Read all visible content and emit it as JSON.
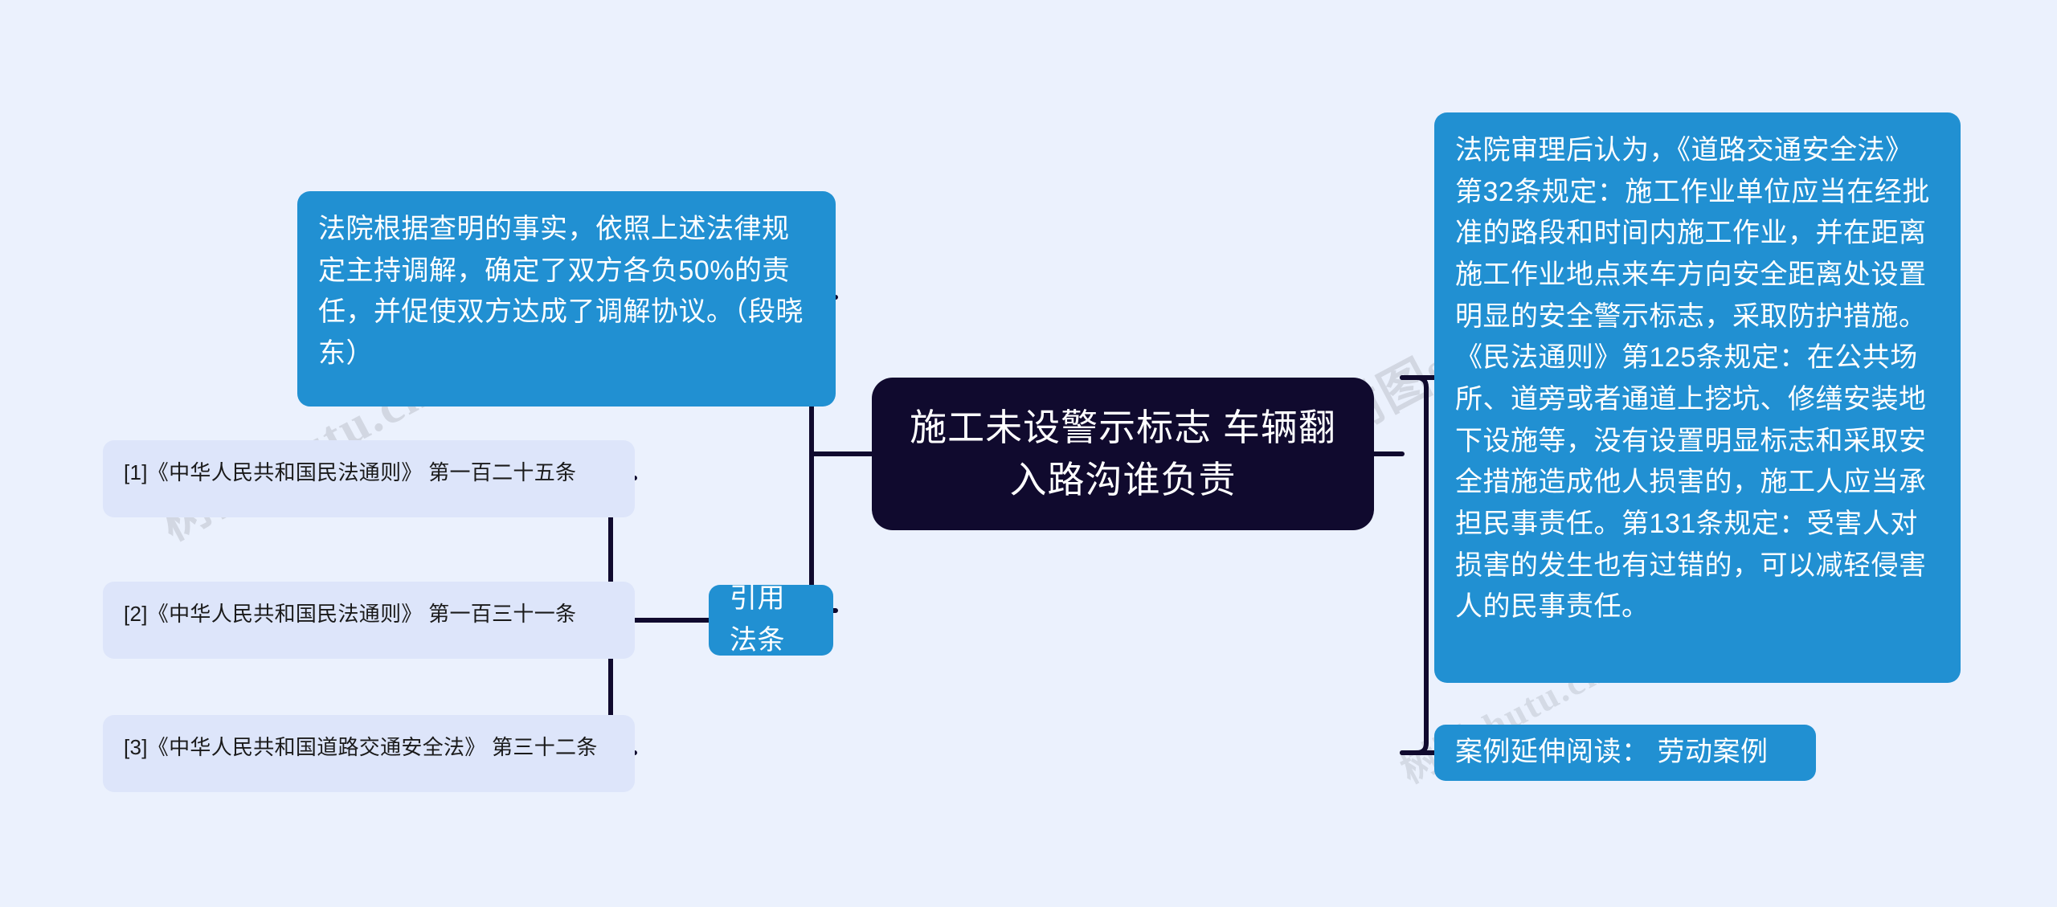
{
  "page": {
    "background_color": "#ebf1fd",
    "watermark_text": "树图shutu.cn"
  },
  "palette": {
    "root_fill": "#100a2e",
    "branch_fill": "#2190d2",
    "reference_fill": "#dde5fa",
    "connector": "#100a2e",
    "branch_text": "#ffffff",
    "reference_text": "#1a1a1a"
  },
  "mindmap": {
    "root": {
      "label": "施工未设警示标志 车辆翻入路沟谁负责"
    },
    "left_branches": [
      {
        "id": "court-mediation",
        "label": "法院根据查明的事实，依照上述法律规定主持调解，确定了双方各负50%的责任，并促使双方达成了调解协议。（段晓东）"
      },
      {
        "id": "cited-laws",
        "label": "引用法条",
        "children": [
          {
            "id": "ref-1",
            "label": "[1]《中华人民共和国民法通则》 第一百二十五条"
          },
          {
            "id": "ref-2",
            "label": "[2]《中华人民共和国民法通则》 第一百三十一条"
          },
          {
            "id": "ref-3",
            "label": "[3]《中华人民共和国道路交通安全法》 第三十二条"
          }
        ]
      }
    ],
    "right_branches": [
      {
        "id": "court-opinion",
        "label": "法院审理后认为，《道路交通安全法》第32条规定：施工作业单位应当在经批准的路段和时间内施工作业，并在距离施工作业地点来车方向安全距离处设置明显的安全警示标志，采取防护措施。《民法通则》第125条规定：在公共场所、道旁或者通道上挖坑、修缮安装地下设施等，没有设置明显标志和采取安全措施造成他人损害的，施工人应当承担民事责任。第131条规定：受害人对损害的发生也有过错的，可以减轻侵害人的民事责任。"
      },
      {
        "id": "extended-reading",
        "label": "案例延伸阅读： 劳动案例"
      }
    ]
  }
}
